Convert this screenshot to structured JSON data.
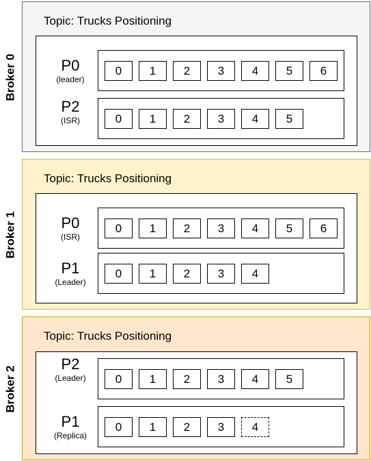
{
  "colors": {
    "broker0_fill": "#f5f5f5",
    "broker0_stroke": "#666666",
    "broker1_fill": "#fff2cc",
    "broker1_stroke": "#d6b656",
    "broker2_fill": "#ffe6cc",
    "broker2_stroke": "#d79b00"
  },
  "brokers": [
    {
      "label": "Broker 0",
      "topic": "Topic: Trucks Positioning",
      "partitions": [
        {
          "name": "P0",
          "role": "(leader)",
          "offsets": [
            "0",
            "1",
            "2",
            "3",
            "4",
            "5",
            "6"
          ]
        },
        {
          "name": "P2",
          "role": "(ISR)",
          "offsets": [
            "0",
            "1",
            "2",
            "3",
            "4",
            "5"
          ]
        }
      ]
    },
    {
      "label": "Broker 1",
      "topic": "Topic: Trucks Positioning",
      "partitions": [
        {
          "name": "P0",
          "role": "(ISR)",
          "offsets": [
            "0",
            "1",
            "2",
            "3",
            "4",
            "5",
            "6"
          ]
        },
        {
          "name": "P1",
          "role": "(Leader)",
          "offsets": [
            "0",
            "1",
            "2",
            "3",
            "4"
          ]
        }
      ]
    },
    {
      "label": "Broker 2",
      "topic": "Topic: Trucks Positioning",
      "partitions": [
        {
          "name": "P2",
          "role": "(Leader)",
          "offsets": [
            "0",
            "1",
            "2",
            "3",
            "4",
            "5"
          ]
        },
        {
          "name": "P1",
          "role": "(Replica)",
          "offsets": [
            "0",
            "1",
            "2",
            "3",
            "4"
          ],
          "pending_offsets": [
            4
          ]
        }
      ]
    }
  ]
}
